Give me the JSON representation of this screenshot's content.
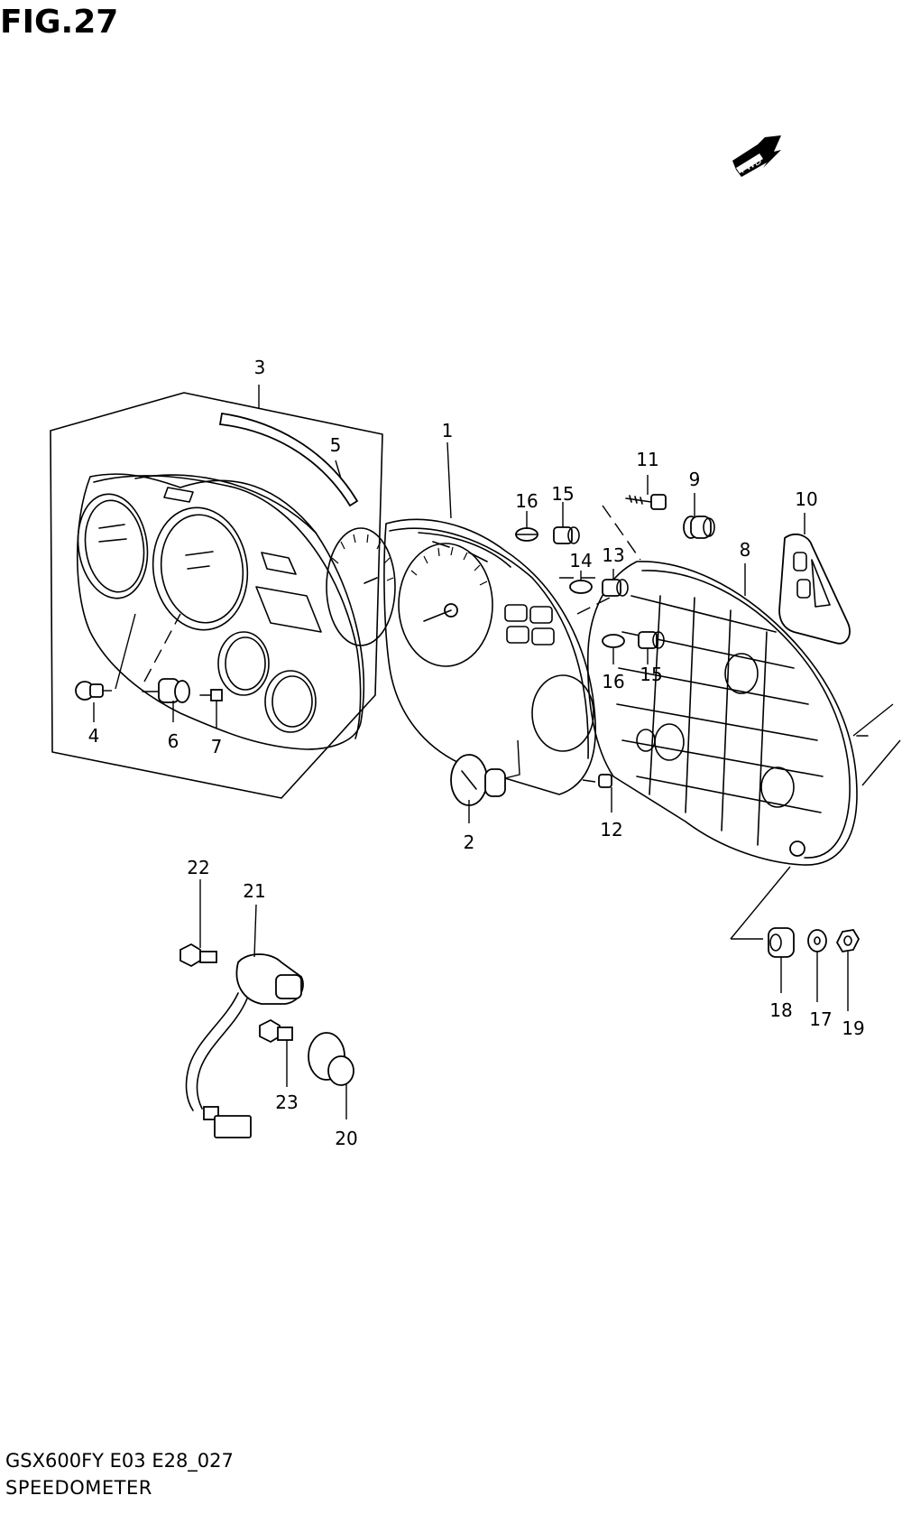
{
  "figure": {
    "title": "FIG.27",
    "model_code": "GSX600FY E03 E28_027",
    "section_name": "SPEEDOMETER",
    "direction_marker": "FWD"
  },
  "callouts": {
    "c1": "1",
    "c2": "2",
    "c3": "3",
    "c4": "4",
    "c5": "5",
    "c6": "6",
    "c7": "7",
    "c8": "8",
    "c9": "9",
    "c10": "10",
    "c11": "11",
    "c12": "12",
    "c13": "13",
    "c14": "14",
    "c15a": "15",
    "c15b": "15",
    "c16a": "16",
    "c16b": "16",
    "c17": "17",
    "c18": "18",
    "c19": "19",
    "c20": "20",
    "c21": "21",
    "c22": "22",
    "c23": "23"
  },
  "icons": {
    "fwd_arrow": "fwd-arrow-icon"
  }
}
